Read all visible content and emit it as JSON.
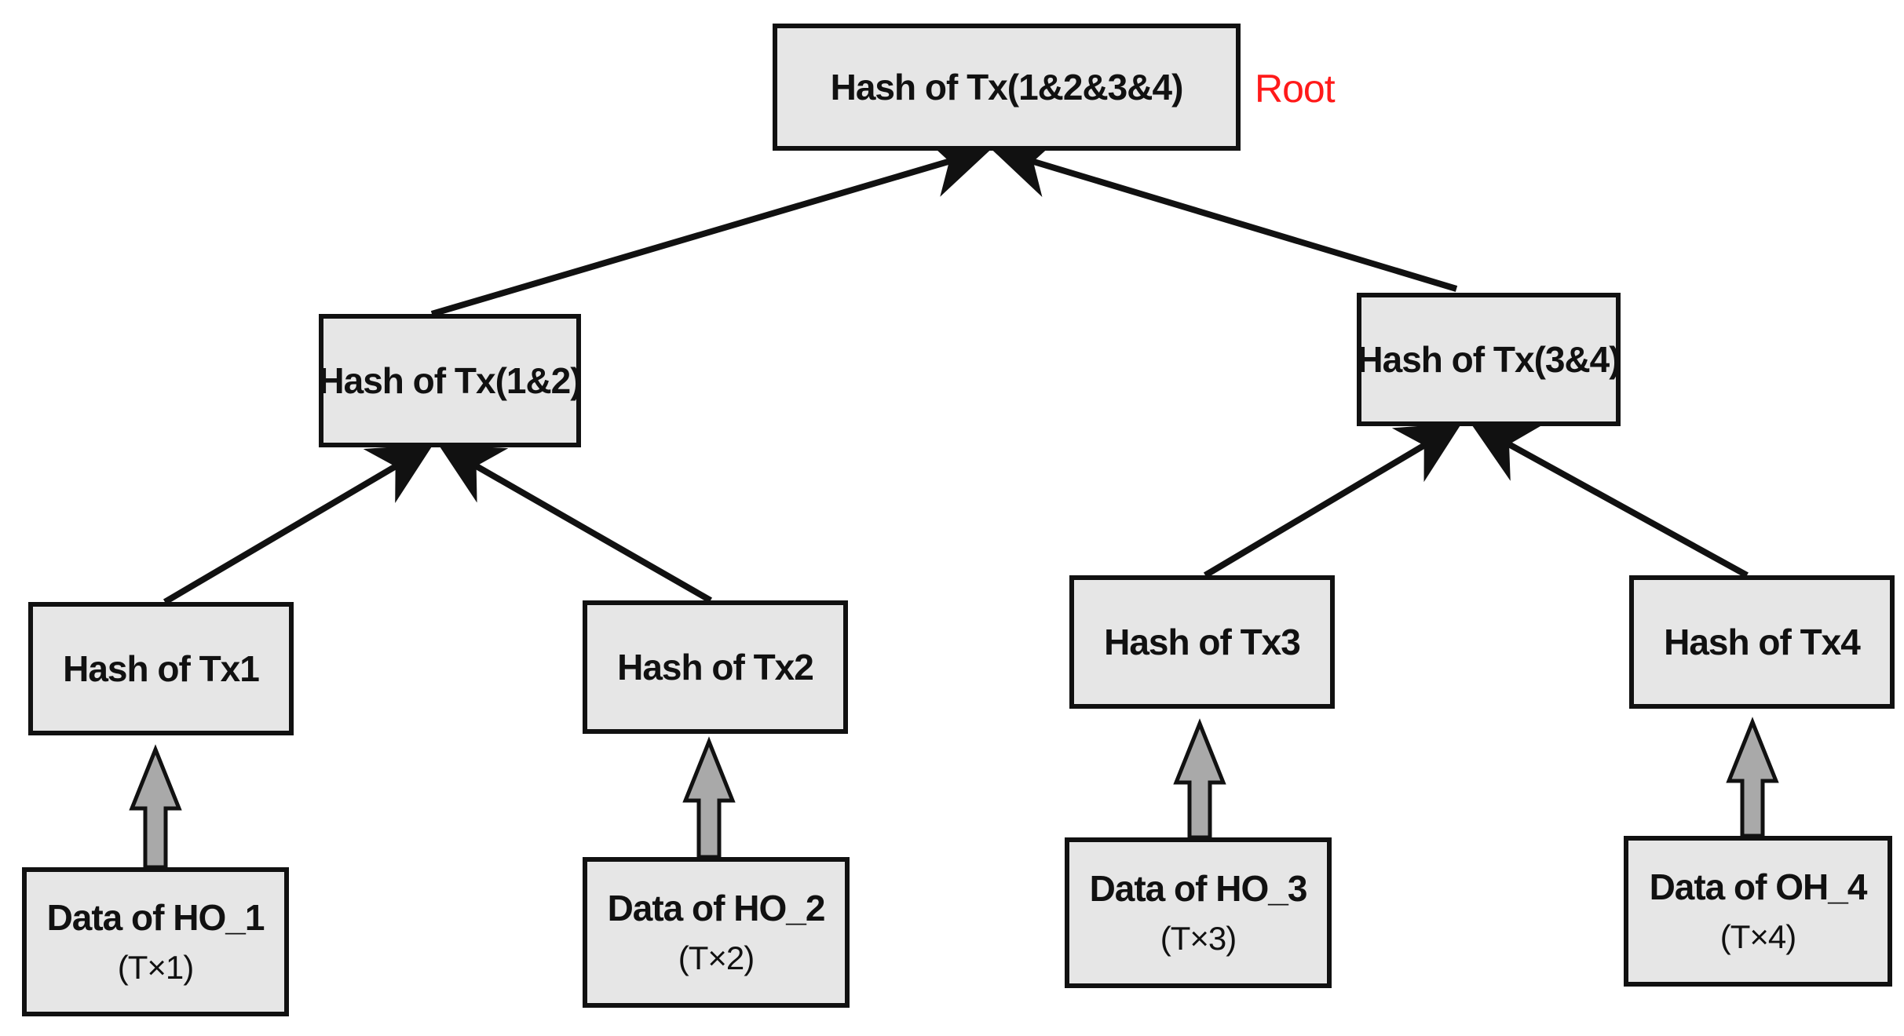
{
  "diagram": {
    "root": {
      "label": "Hash of Tx(1&2&3&4)",
      "tag": "Root",
      "tag_color": "#ff1a1a"
    },
    "level1": [
      {
        "label": "Hash of Tx(1&2)"
      },
      {
        "label": "Hash of Tx(3&4)"
      }
    ],
    "level2": [
      {
        "label": "Hash of Tx1"
      },
      {
        "label": "Hash of Tx2"
      },
      {
        "label": "Hash of Tx3"
      },
      {
        "label": "Hash of Tx4"
      }
    ],
    "leaves": [
      {
        "label": "Data of HO_1",
        "tx": "(T×1)"
      },
      {
        "label": "Data of HO_2",
        "tx": "(T×2)"
      },
      {
        "label": "Data of HO_3",
        "tx": "(T×3)"
      },
      {
        "label": "Data of OH_4",
        "tx": "(T×4)"
      }
    ],
    "colors": {
      "node_fill": "#e6e6e6",
      "node_border": "#111111",
      "edge": "#111111",
      "leaf_arrow_fill": "#a9a9a9"
    }
  }
}
